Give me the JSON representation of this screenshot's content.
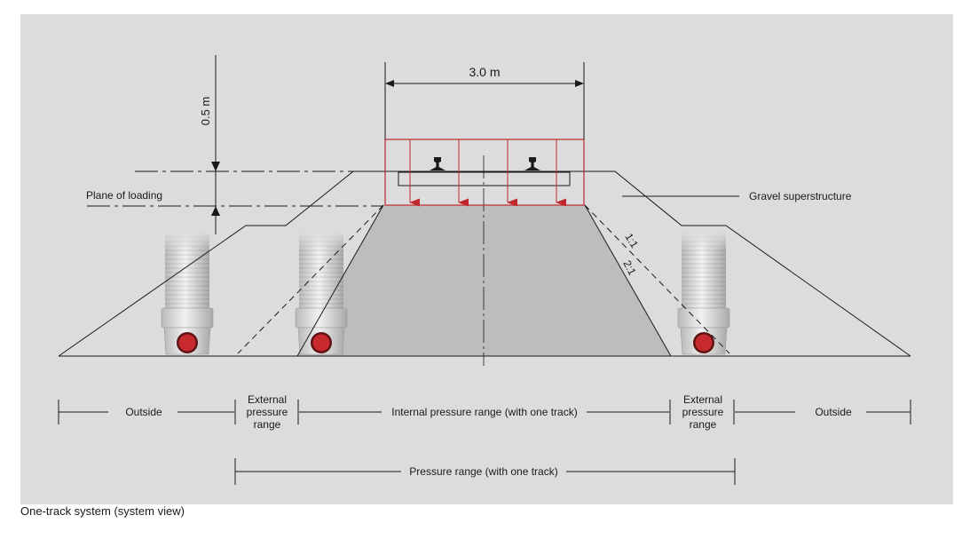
{
  "diagram": {
    "width_label": "3.0 m",
    "depth_label": "0.5 m",
    "plane_label": "Plane of loading",
    "gravel_label": "Gravel superstructure",
    "slope_1": "1:1",
    "slope_2": "2:1",
    "zones": {
      "outside_left": "Outside",
      "external_left": [
        "External",
        "pressure",
        "range"
      ],
      "internal": "Internal pressure range (with one track)",
      "external_right": [
        "External",
        "pressure",
        "range"
      ],
      "outside_right": "Outside"
    },
    "pressure_range": "Pressure range (with one track)"
  },
  "caption": "One-track system (system view)",
  "colors": {
    "panel": "#dcdcdd",
    "load_red": "#c0282d",
    "pressure_zone": "#bdbdbe",
    "line": "#1a1a1a"
  }
}
